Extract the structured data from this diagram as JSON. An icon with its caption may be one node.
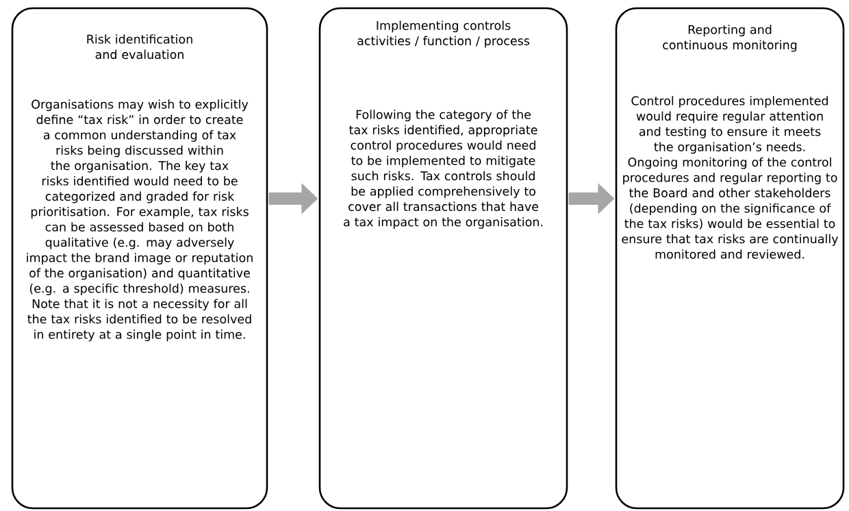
{
  "diagram": {
    "nodes": [
      {
        "text": [
          "Risk identification and evaluation",
          "Organisations may wish to explicitly define “tax risk” in order to create a common understanding of tax risks being discussed within the organisation. The key tax risks identified would need to be categorized and graded for risk prioritisation. For example, tax risks can be assessed based on both qualitative (e.g. may adversely impact the brand image or reputation of the organisation) and quantitative (e.g. a specific threshold) measures. Note that it is not a necessity for all the tax risks identified to be resolved in entirety at a single point in time."
        ]
      },
      {
        "text": [
          "Implementing controls activities / function / process",
          "Following the category of the tax risks identified, appropriate control procedures would need to be implemented to mitigate such risks. Tax controls should be applied comprehensively to cover all transactions that have a tax impact on the organisation."
        ]
      },
      {
        "text": [
          "Reporting and continuous monitoring",
          "Control procedures implemented would require regular attention and testing to ensure it meets the organisation’s needs. Ongoing monitoring of the control procedures and regular reporting to the Board and other stakeholders (depending on the significance of the tax risks) would be essential to ensure that tax risks are continually monitored and reviewed."
        ]
      }
    ],
    "edges": [
      {
        "from": 0,
        "to": 1,
        "arrow": "to"
      },
      {
        "from": 1,
        "to": 2,
        "arrow": "to"
      }
    ]
  }
}
